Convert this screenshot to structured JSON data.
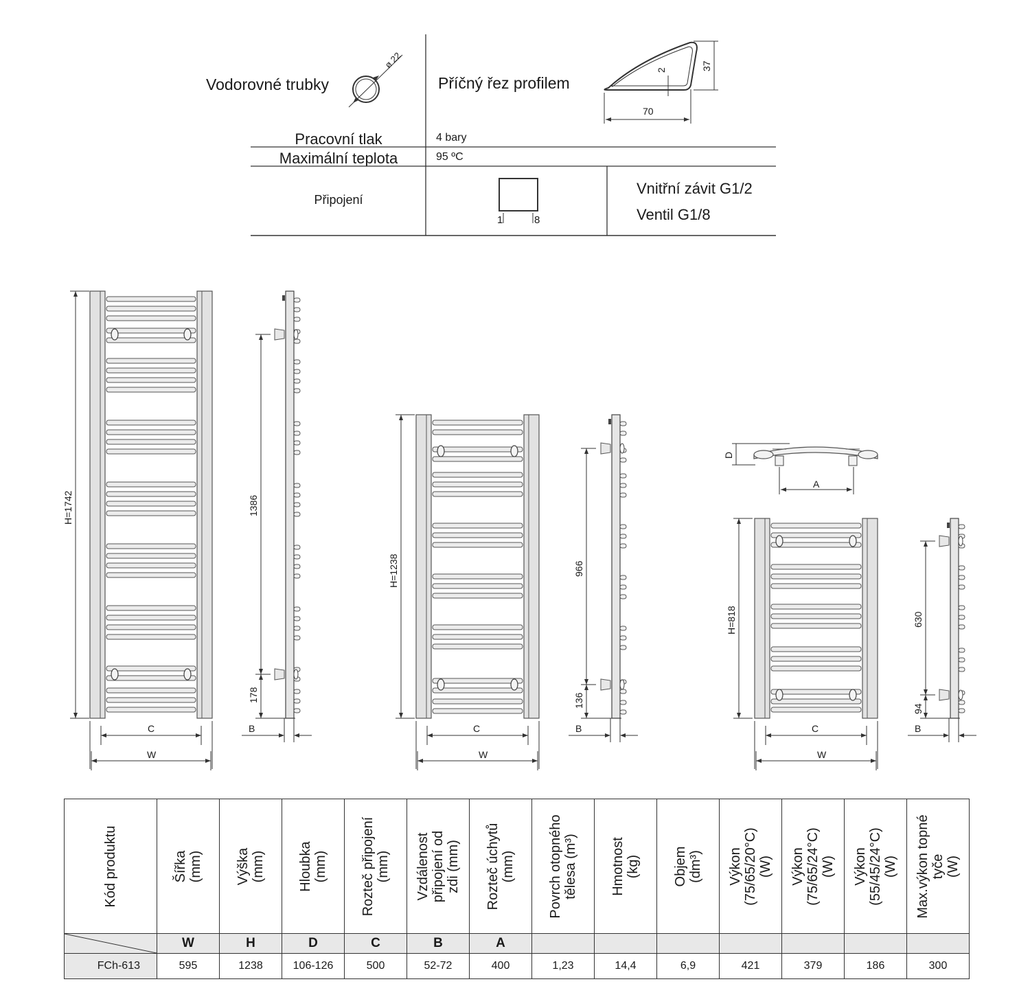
{
  "specs": {
    "tubes_label": "Vodorovné trubky",
    "tube_diameter": "ø 22",
    "profile_label": "Příčný řez profilem",
    "profile_height": "37",
    "profile_inner": "2",
    "profile_width": "70",
    "pressure_label": "Pracovní tlak",
    "pressure_value": "4 bary",
    "temp_label": "Maximální teplota",
    "temp_value": "95 ºC",
    "connection_label": "Připojení",
    "connection_left": "1",
    "connection_right": "8",
    "thread": "Vnitřní závit G1/2",
    "valve": "Ventil G1/8"
  },
  "drawings": {
    "large": {
      "H": "H=1742",
      "spacing": "1386",
      "bottom": "178",
      "C": "C",
      "W": "W",
      "B": "B"
    },
    "medium": {
      "H": "H=1238",
      "spacing": "966",
      "bottom": "136",
      "C": "C",
      "W": "W",
      "B": "B"
    },
    "small": {
      "H": "H=818",
      "spacing": "630",
      "bottom": "94",
      "C": "C",
      "W": "W",
      "B": "B",
      "D": "D",
      "A": "A"
    }
  },
  "table": {
    "headers": [
      "Kód produktu",
      "Šířka\n(mm)",
      "Výška\n(mm)",
      "Hloubka\n(mm)",
      "Rozteč připojení\n(mm)",
      "Vzdálenost\npřipojení od\nzdi (mm)",
      "Rozteč úchytů\n(mm)",
      "Povrch otopného\ntělesa (m³)",
      "Hmotnost\n(kg)",
      "Objem\n(dm³)",
      "Výkon\n(75/65/20°C)\n(W)",
      "Výkon\n(75/65/24°C)\n(W)",
      "Výkon\n(55/45/24°C)\n(W)",
      "Max.výkon topné\ntyče\n(W)"
    ],
    "symbols": [
      "",
      "W",
      "H",
      "D",
      "C",
      "B",
      "A",
      "",
      "",
      "",
      "",
      "",
      "",
      ""
    ],
    "rows": [
      [
        "FCh-613",
        "595",
        "1238",
        "106-126",
        "500",
        "52-72",
        "400",
        "1,23",
        "14,4",
        "6,9",
        "421",
        "379",
        "186",
        "300"
      ]
    ]
  }
}
